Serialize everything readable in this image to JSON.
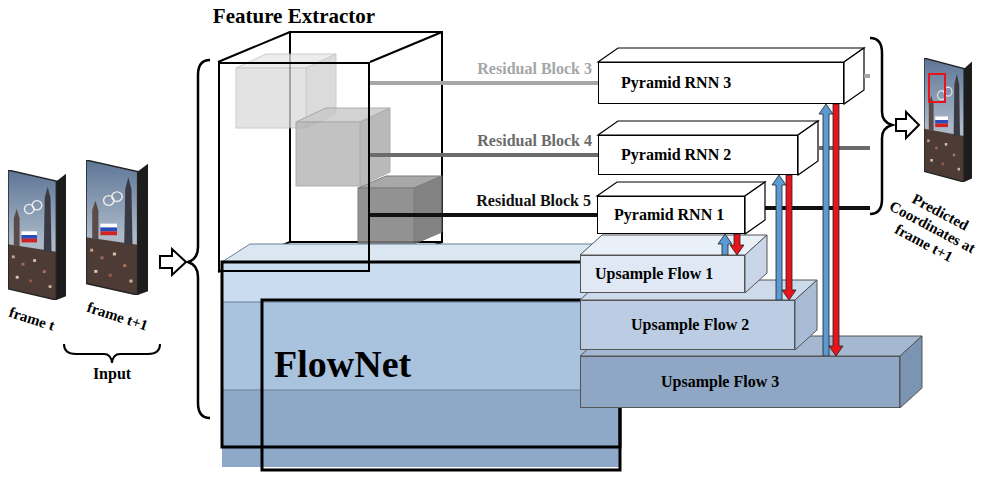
{
  "diagram": {
    "nodes": [
      {
        "text": [
          "frame t"
        ]
      },
      {
        "text": [
          "frame t+1"
        ]
      },
      {
        "text": [
          "Feature Extractor"
        ]
      },
      {
        "text": [
          "Pyramid RNN 3"
        ]
      },
      {
        "text": [
          "Pyramid RNN 2"
        ]
      },
      {
        "text": [
          "Pyramid RNN 1"
        ]
      },
      {
        "text": [
          "FlowNet"
        ]
      },
      {
        "text": [
          "Upsample Flow 1"
        ]
      },
      {
        "text": [
          "Upsample Flow 2"
        ]
      },
      {
        "text": [
          "Upsample Flow 3"
        ]
      },
      {
        "text": [
          "Predicted Coordinates at frame t+1"
        ]
      }
    ],
    "edges": [
      {
        "from": 2,
        "to": 3,
        "label": "Residual Block 3",
        "arrow": "none"
      },
      {
        "from": 2,
        "to": 4,
        "label": "Residual Block 4",
        "arrow": "none"
      },
      {
        "from": 2,
        "to": 5,
        "label": "Residual Block 5",
        "arrow": "none"
      },
      {
        "from": 7,
        "to": 5,
        "arrow": "to"
      },
      {
        "from": 5,
        "to": 7,
        "arrow": "to"
      },
      {
        "from": 8,
        "to": 4,
        "arrow": "to"
      },
      {
        "from": 4,
        "to": 8,
        "arrow": "to"
      },
      {
        "from": 9,
        "to": 3,
        "arrow": "to"
      },
      {
        "from": 3,
        "to": 9,
        "arrow": "to"
      }
    ],
    "labels": [
      "Input"
    ]
  }
}
